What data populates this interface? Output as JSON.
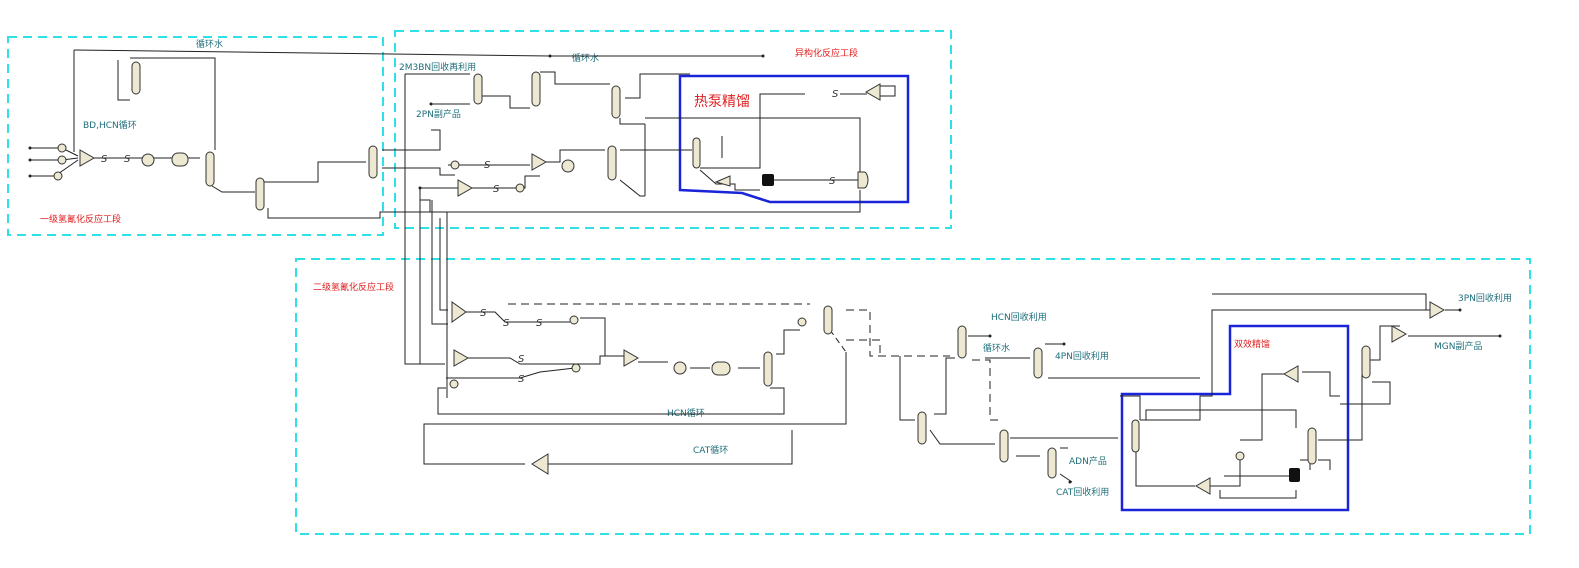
{
  "sections": {
    "first_hydrocyanation": "一级氢氰化反应工段",
    "isomerization": "异构化反应工段",
    "second_hydrocyanation": "二级氢氰化反应工段",
    "heat_pump_distillation": "热泵精馏",
    "double_effect_distillation": "双效精馏"
  },
  "streams": {
    "cooling_water_1": "循环水",
    "cooling_water_2": "循环水",
    "cooling_water_3": "循环水",
    "bd_hcn_recycle": "BD,HCN循环",
    "m2m3bn_recycle": "2M3BN回收再利用",
    "pn2_byproduct": "2PN副产品",
    "hcn_recovery": "HCN回收利用",
    "pn4_recovery": "4PN回收利用",
    "hcn_recycle": "HCN循环",
    "cat_recycle": "CAT循环",
    "adn_product": "ADN产品",
    "cat_recovery": "CAT回收利用",
    "pn3_recovery": "3PN回收利用",
    "mgn_byproduct": "MGN副产品"
  },
  "colors": {
    "section_border": "#2fe0e6",
    "highlight_border": "#1a24d8",
    "section_label": "#e02020",
    "stream_label": "#1f6f7a",
    "equipment_fill": "#ede8d2"
  }
}
